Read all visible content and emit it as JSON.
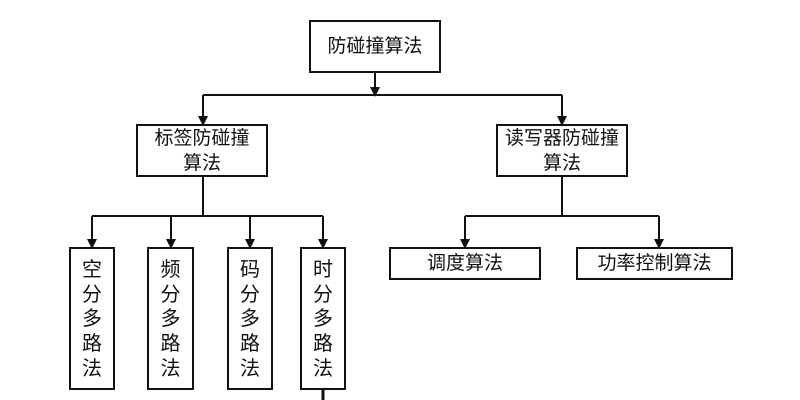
{
  "root": {
    "label": "防碰撞算法"
  },
  "left": {
    "label_line1": "标签防碰撞",
    "label_line2": "算法",
    "children": [
      {
        "chars": [
          "空",
          "分",
          "多",
          "路",
          "法"
        ]
      },
      {
        "chars": [
          "频",
          "分",
          "多",
          "路",
          "法"
        ]
      },
      {
        "chars": [
          "码",
          "分",
          "多",
          "路",
          "法"
        ]
      },
      {
        "chars": [
          "时",
          "分",
          "多",
          "路",
          "法"
        ]
      }
    ]
  },
  "right": {
    "label_line1": "读写器防碰撞",
    "label_line2": "算法",
    "children": [
      {
        "label": "调度算法"
      },
      {
        "label": "功率控制算法"
      }
    ]
  }
}
